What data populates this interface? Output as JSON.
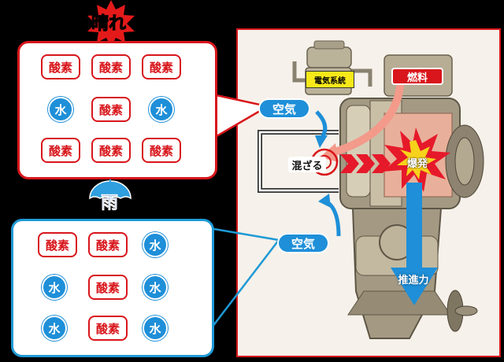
{
  "weather": {
    "sunny_label": "晴れ",
    "rain_label": "雨"
  },
  "sunny_panel": {
    "rows": [
      [
        "酸素",
        "酸素",
        "酸素"
      ],
      [
        "水",
        "酸素",
        "水"
      ],
      [
        "酸素",
        "酸素",
        "酸素"
      ]
    ]
  },
  "rainy_panel": {
    "rows": [
      [
        "酸素",
        "酸素",
        "水"
      ],
      [
        "水",
        "酸素",
        "水"
      ],
      [
        "水",
        "酸素",
        "水"
      ]
    ]
  },
  "engine": {
    "air_top": "空気",
    "air_bottom": "空気",
    "electric": "電気系統",
    "fuel": "燃料",
    "mix": "混ざる",
    "explosion": "爆発",
    "thrust": "推進力"
  },
  "colors": {
    "oxygen": "#d8161b",
    "water": "#1e8fd8",
    "sunny_border": "#d8161b",
    "rain_border": "#1e9ad6"
  },
  "icons": [
    "sun-icon",
    "umbrella-icon",
    "explosion-icon",
    "propeller-icon",
    "arrow-right-icon",
    "arrow-down-icon"
  ]
}
